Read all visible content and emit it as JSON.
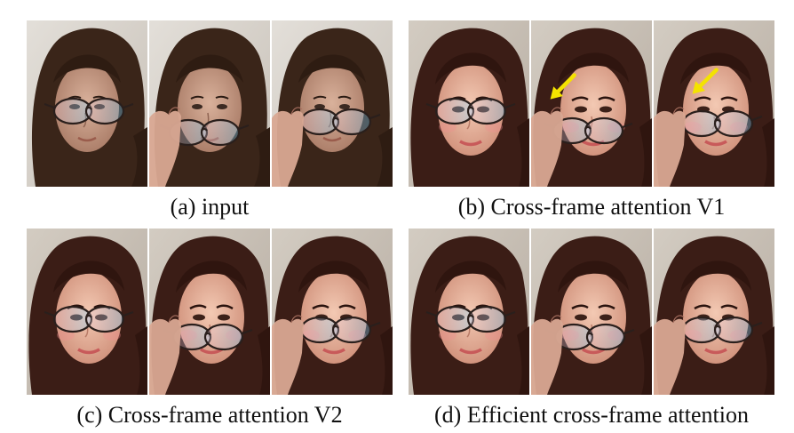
{
  "captions": {
    "a": "(a) input",
    "b": "(b) Cross-frame attention V1",
    "c": "(c) Cross-frame attention V2",
    "d": "(d) Efficient cross-frame attention"
  },
  "colors": {
    "photo_bg": "#d7d2cb",
    "painted_bg": "#c8c1b8",
    "hair_photo": "#3a2519",
    "hair_painted": "#3b1d16",
    "skin_photo": "#c9a08a",
    "skin_painted": "#e7b7a1",
    "arrow": "#f4e300"
  },
  "icons": {
    "artifact_marker": "yellow-arrow-icon"
  }
}
